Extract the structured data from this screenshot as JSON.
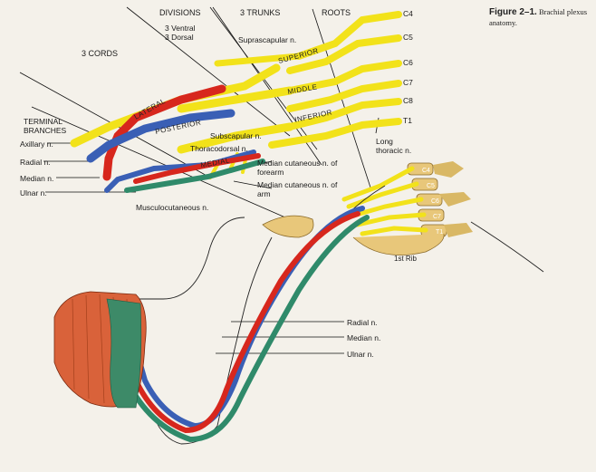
{
  "caption": {
    "figure": "Figure 2–1.",
    "text": "Brachial plexus anatomy."
  },
  "headers": {
    "divisions": "DIVISIONS",
    "trunks": "3 TRUNKS",
    "roots": "ROOTS",
    "ventral": "3 Ventral",
    "dorsal": "3 Dorsal",
    "cords": "3 CORDS",
    "terminal": "TERMINAL BRANCHES"
  },
  "roots": [
    "C4",
    "C5",
    "C6",
    "C7",
    "C8",
    "T1"
  ],
  "trunks": [
    "SUPERIOR",
    "MIDDLE",
    "INFERIOR"
  ],
  "cords": [
    "LATERAL",
    "POSTERIOR",
    "MEDIAL"
  ],
  "nerves": {
    "suprascapular": "Suprascapular n.",
    "subscapular": "Subscapular n.",
    "thoracodorsal": "Thoracodorsal n.",
    "long_thoracic": "Long thoracic n.",
    "median_cut_forearm": "Median cutaneous n. of forearm",
    "median_cut_arm": "Median cutaneous n. of arm",
    "axillary": "Axillary n.",
    "radial": "Radial n.",
    "median": "Median n.",
    "ulnar": "Ulnar n.",
    "musculocutaneous": "Musculocutaneous n."
  },
  "vertebrae": [
    "C4",
    "C5",
    "C6",
    "C7",
    "T1"
  ],
  "rib": "1st Rib",
  "arm_labels": [
    "Radial n.",
    "Median n.",
    "Ulnar n."
  ],
  "colors": {
    "yellow": "#f2e21a",
    "red": "#d7271d",
    "blue": "#3a5fb5",
    "green": "#2f8a6a",
    "bone": "#e8c77a",
    "hand": "#d9623a",
    "paper": "#f4f1ea"
  }
}
